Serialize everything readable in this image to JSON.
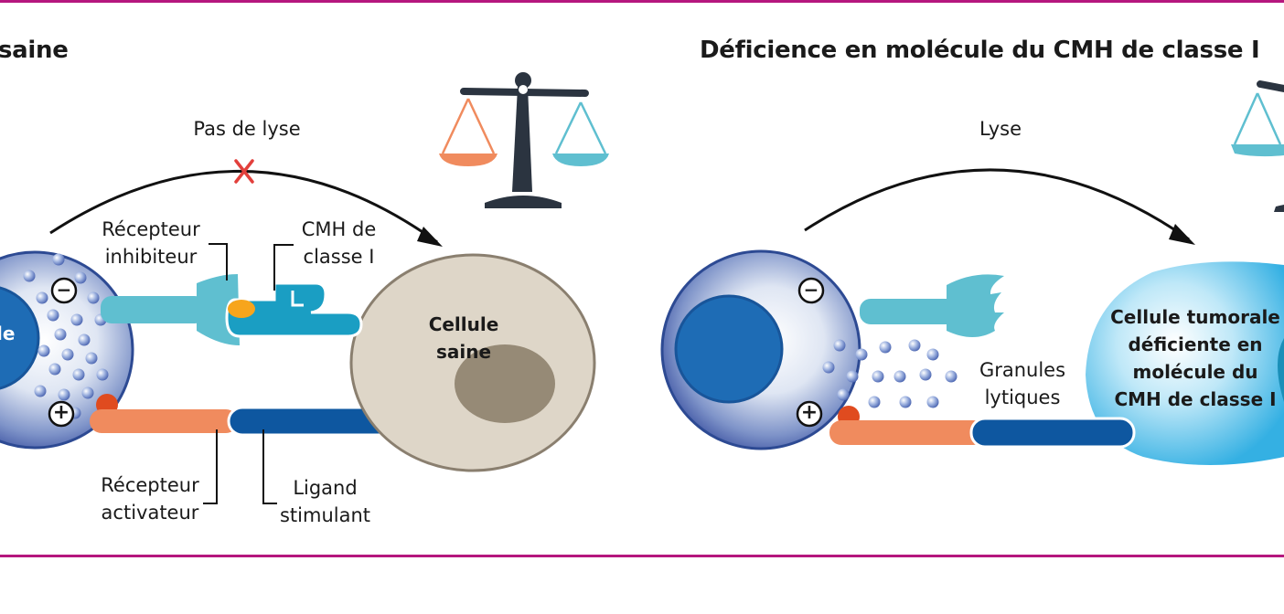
{
  "left_panel": {
    "title": "saine",
    "arc_label": "Pas de lyse",
    "nk_label": "le",
    "minus_sign": "−",
    "plus_sign": "+",
    "inhibitory_receptor": [
      "Récepteur",
      "inhibiteur"
    ],
    "mhc": [
      "CMH de",
      "classe I"
    ],
    "target_cell": [
      "Cellule",
      "saine"
    ],
    "activating_receptor": [
      "Récepteur",
      "activateur"
    ],
    "ligand": [
      "Ligand",
      "stimulant"
    ]
  },
  "right_panel": {
    "title": "Déficience en molécule du CMH de classe I",
    "arc_label": "Lyse",
    "minus_sign": "−",
    "plus_sign": "+",
    "granules": [
      "Granules",
      "lytiques"
    ],
    "target_cell": [
      "Cellule tumorale",
      "déficiente en",
      "molécule du",
      "CMH de classe I"
    ]
  },
  "colors": {
    "frame": "#b5177e",
    "inhibitory": "#5fbfd0",
    "mhc": "#1a9ec3",
    "activating": "#f08b5e",
    "ligand": "#0e57a0",
    "healthy_cell": "#ded6c8",
    "tumor_cell": "#3fb7e6",
    "scale_dark": "#2b3440",
    "cross": "#e2403c"
  }
}
